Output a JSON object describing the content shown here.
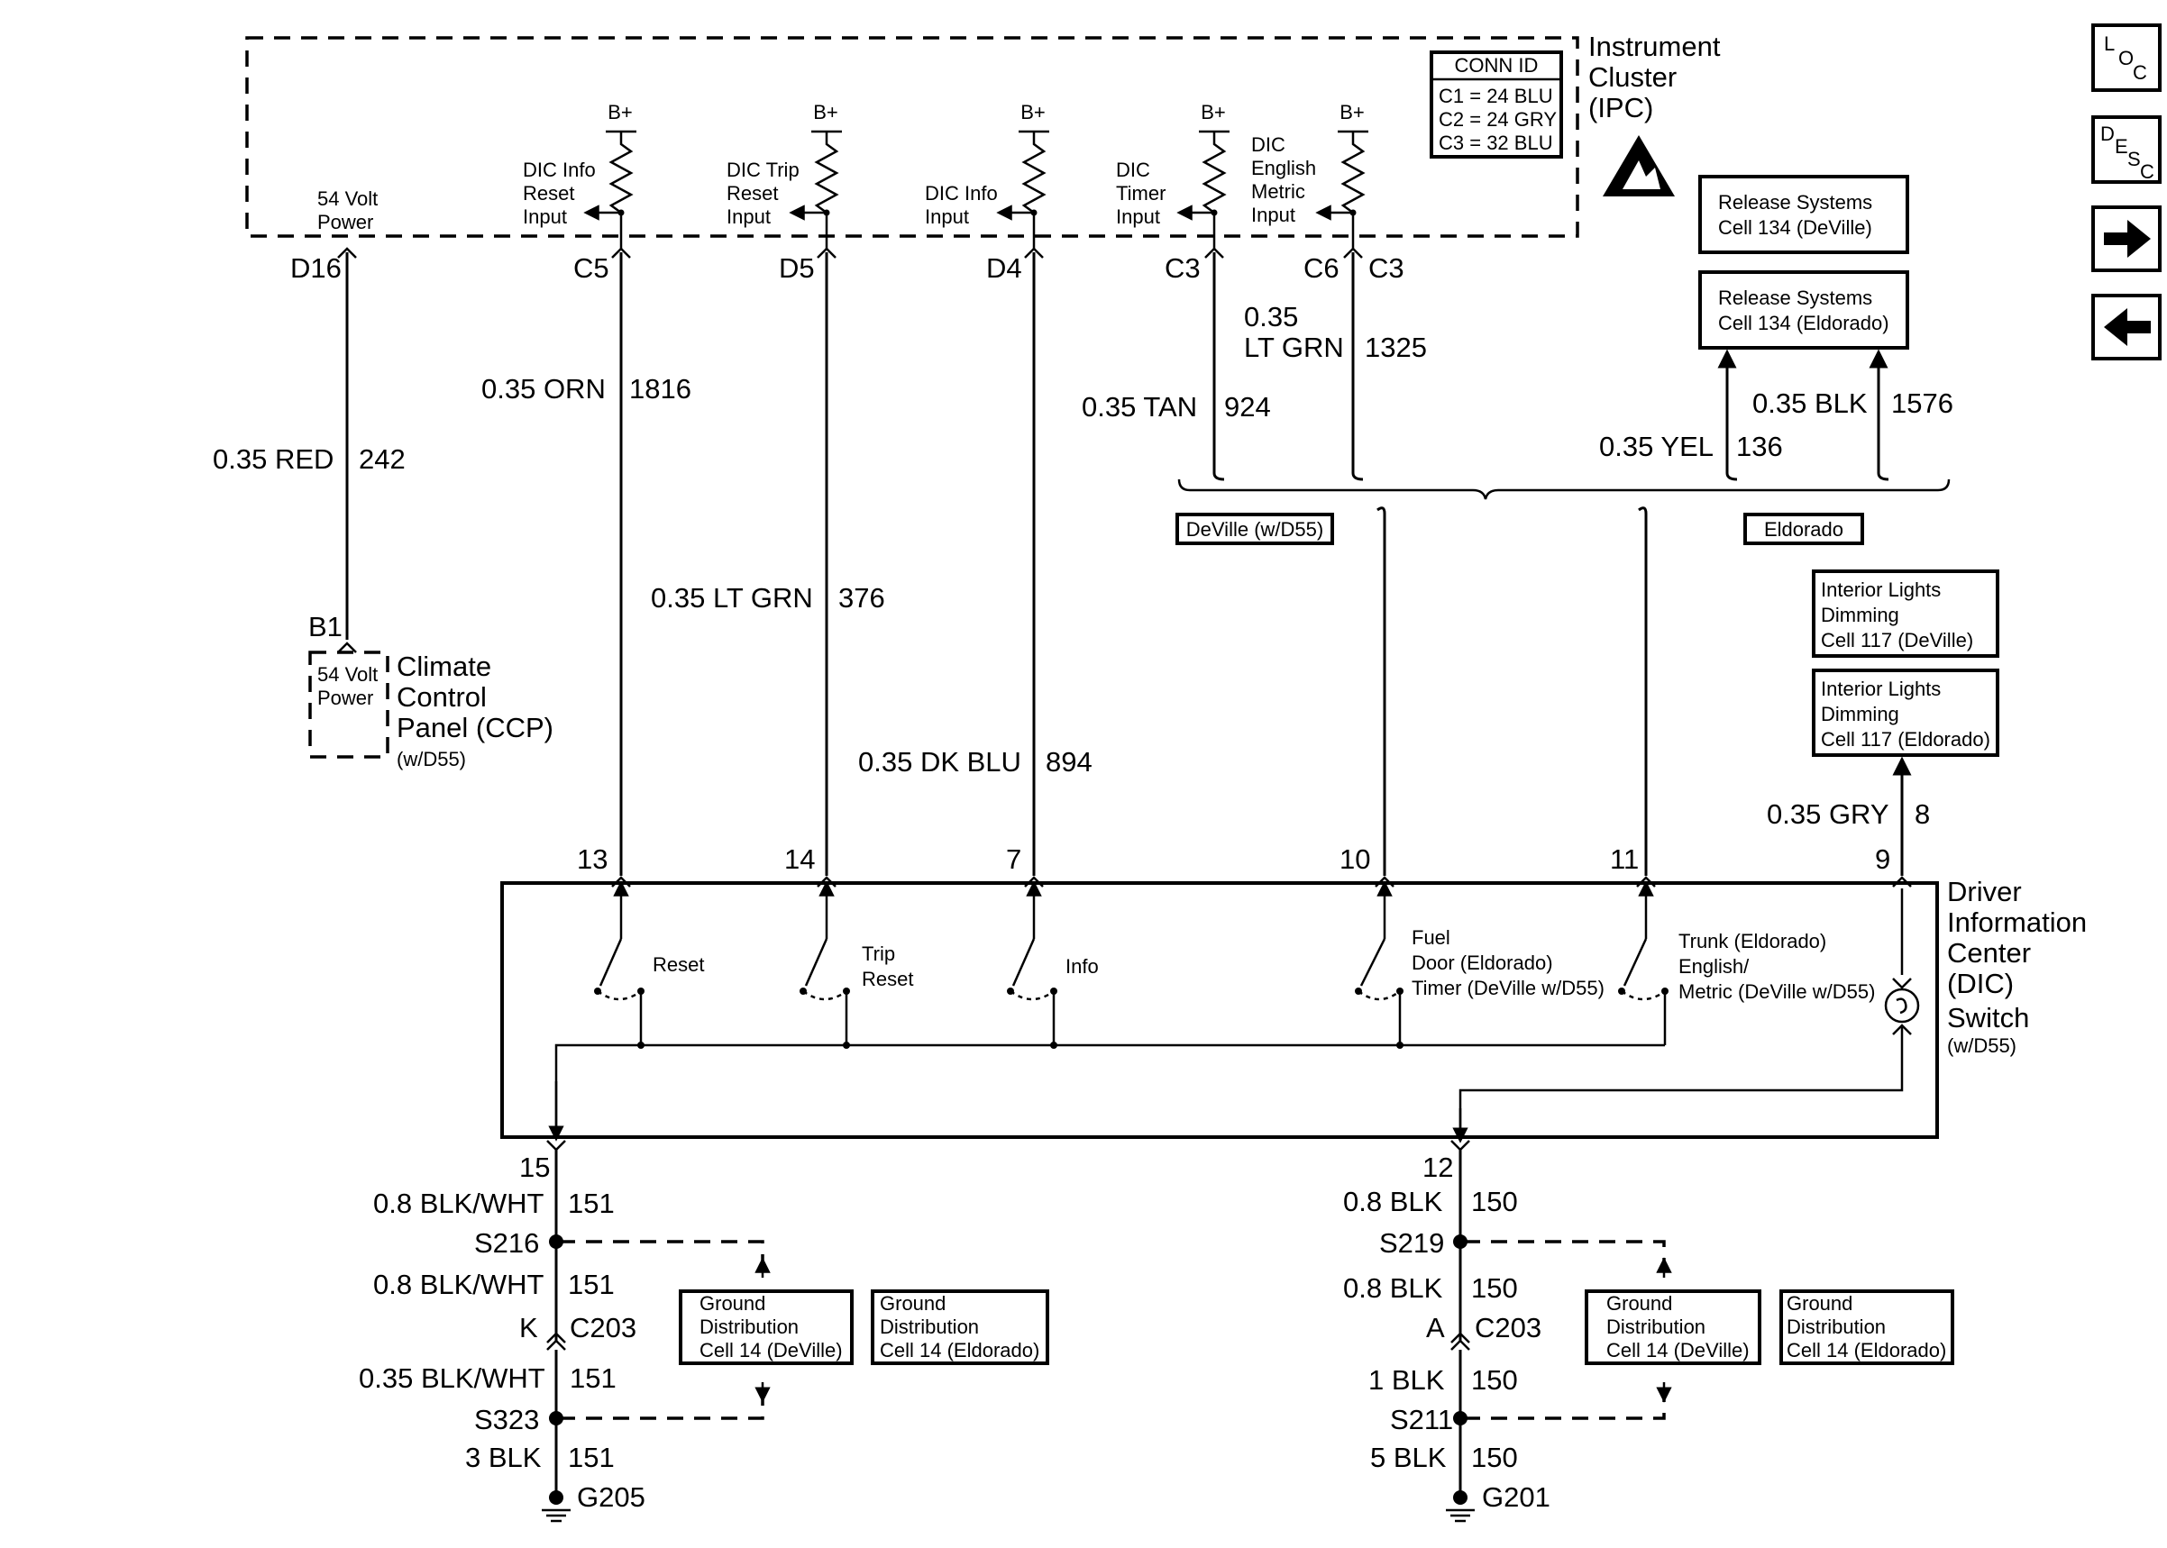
{
  "ipc": {
    "title": [
      "Instrument",
      "Cluster",
      "(IPC)"
    ],
    "conn_id": {
      "header": "CONN ID",
      "rows": [
        "C1 = 24 BLU",
        "C2 = 24 GRY",
        "C3 = 32 BLU"
      ]
    },
    "bplus": "B+",
    "inputs": {
      "power": [
        "54 Volt",
        "Power"
      ],
      "info_reset": [
        "DIC Info",
        "Reset",
        "Input"
      ],
      "trip_reset": [
        "DIC Trip",
        "Reset",
        "Input"
      ],
      "info": [
        "DIC Info",
        "Input"
      ],
      "timer": [
        "DIC",
        "Timer",
        "Input"
      ],
      "english": [
        "DIC",
        "English",
        "Metric",
        "Input"
      ]
    },
    "pins": {
      "d16": "D16",
      "c5": "C5",
      "d5": "D5",
      "d4": "D4",
      "c3a": "C3",
      "c6": "C6",
      "c3b": "C3"
    }
  },
  "wires": {
    "red": {
      "label": "0.35 RED",
      "circuit": "242"
    },
    "orn": {
      "label": "0.35 ORN",
      "circuit": "1816"
    },
    "ltgrn376": {
      "label": "0.35 LT GRN",
      "circuit": "376"
    },
    "dkblu": {
      "label": "0.35 DK BLU",
      "circuit": "894"
    },
    "tan": {
      "label": "0.35 TAN",
      "circuit": "924"
    },
    "ltgrn1325": {
      "label_top": "0.35",
      "label": "LT GRN",
      "circuit": "1325"
    },
    "yel": {
      "label": "0.35 YEL",
      "circuit": "136"
    },
    "blk1576": {
      "label": "0.35 BLK",
      "circuit": "1576"
    },
    "gry": {
      "label": "0.35 GRY",
      "circuit": "8"
    }
  },
  "options": {
    "deville": "DeVille (w/D55)",
    "eldorado": "Eldorado"
  },
  "refs": {
    "release_deville": [
      "Release Systems",
      "Cell 134 (DeVille)"
    ],
    "release_eldorado": [
      "Release Systems",
      "Cell 134 (Eldorado)"
    ],
    "dimming_deville": [
      "Interior Lights",
      "Dimming",
      "Cell 117 (DeVille)"
    ],
    "dimming_eldorado": [
      "Interior Lights",
      "Dimming",
      "Cell 117 (Eldorado)"
    ],
    "gnd_deville": [
      "Ground",
      "Distribution",
      "Cell 14 (DeVille)"
    ],
    "gnd_eldorado": [
      "Ground",
      "Distribution",
      "Cell 14 (Eldorado)"
    ]
  },
  "ccp": {
    "pin": "B1",
    "power": [
      "54 Volt",
      "Power"
    ],
    "title": [
      "Climate",
      "Control",
      "Panel (CCP)"
    ],
    "note": "(w/D55)"
  },
  "dic": {
    "title": [
      "Driver",
      "Information",
      "Center",
      "(DIC)",
      "Switch"
    ],
    "note": "(w/D55)",
    "pins": {
      "p13": "13",
      "p14": "14",
      "p7": "7",
      "p10": "10",
      "p11": "11",
      "p9": "9",
      "p15": "15",
      "p12": "12"
    },
    "switches": {
      "reset": [
        "Reset"
      ],
      "trip_reset": [
        "Trip",
        "Reset"
      ],
      "info": [
        "Info"
      ],
      "fuel": [
        "Fuel",
        "Door (Eldorado)",
        "Timer (DeVille w/D55)"
      ],
      "trunk": [
        "Trunk (Eldorado)",
        "English/",
        "Metric (DeVille w/D55)"
      ]
    }
  },
  "ground_left": {
    "w1": {
      "label": "0.8 BLK/WHT",
      "circuit": "151"
    },
    "splice1": "S216",
    "w2": {
      "label": "0.8 BLK/WHT",
      "circuit": "151"
    },
    "conn_pin": "K",
    "conn": "C203",
    "w3": {
      "label": "0.35 BLK/WHT",
      "circuit": "151"
    },
    "splice2": "S323",
    "w4": {
      "label": "3 BLK",
      "circuit": "151"
    },
    "ground": "G205"
  },
  "ground_right": {
    "w1": {
      "label": "0.8 BLK",
      "circuit": "150"
    },
    "splice1": "S219",
    "w2": {
      "label": "0.8 BLK",
      "circuit": "150"
    },
    "conn_pin": "A",
    "conn": "C203",
    "w3": {
      "label": "1 BLK",
      "circuit": "150"
    },
    "splice2": "S211",
    "w4": {
      "label": "5 BLK",
      "circuit": "150"
    },
    "ground": "G201"
  },
  "nav": {
    "loc": {
      "L": "L",
      "O": "O",
      "C": "C"
    },
    "desc": {
      "D": "D",
      "E": "E",
      "S": "S",
      "C": "C"
    },
    "forward_glyph": "➡",
    "back_glyph": "⬅"
  }
}
